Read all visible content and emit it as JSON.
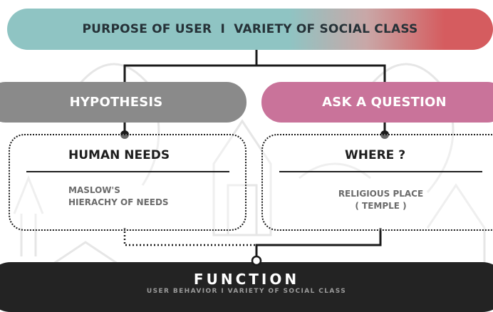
{
  "header": {
    "title": "PURPOSE OF USER  I  VARIETY OF SOCIAL CLASS"
  },
  "branches": {
    "left": {
      "label": "HYPOTHESIS"
    },
    "right": {
      "label": "ASK A QUESTION"
    }
  },
  "boxes": {
    "left": {
      "title": "HUMAN NEEDS",
      "lines": [
        "MASLOW'S",
        "HIERACHY OF NEEDS"
      ]
    },
    "right": {
      "title": "WHERE ?",
      "lines": [
        "RELIGIOUS PLACE",
        "( TEMPLE )"
      ]
    }
  },
  "footer": {
    "title": "FUNCTION",
    "subtitle": "USER BEHAVIOR I VARIETY OF SOCIAL CLASS"
  },
  "colors": {
    "top_gradient_start": "#8fc4c3",
    "top_gradient_end": "#d55c5f",
    "hypothesis": "#8a8a8a",
    "ask_question": "#c9739a",
    "function": "#232323"
  }
}
